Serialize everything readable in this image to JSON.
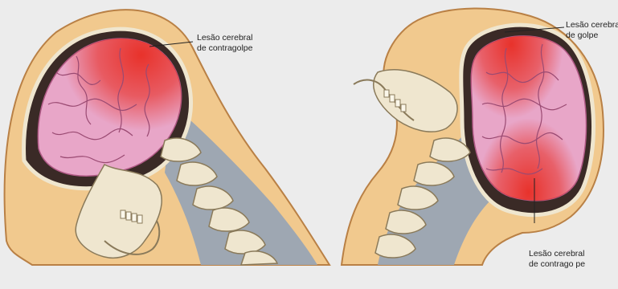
{
  "labels": {
    "contrecoup_left": {
      "line1": "Lesão cerebral",
      "line2": "de contragolpe"
    },
    "coup_right": {
      "line1": "Lesão cerebra",
      "line2": "de golpe"
    },
    "contrecoup_right": {
      "line1": "Lesão cerebral",
      "line2": "de contrago pe"
    }
  },
  "colors": {
    "background": "#ececec",
    "skin": "#f1c98e",
    "skin_outline": "#b98045",
    "skull_interior": "#3a2a26",
    "brain": "#e8a6c8",
    "injury": "#e8322b",
    "bone": "#efe6cf",
    "neck_tissue": "#9ea7b2"
  }
}
